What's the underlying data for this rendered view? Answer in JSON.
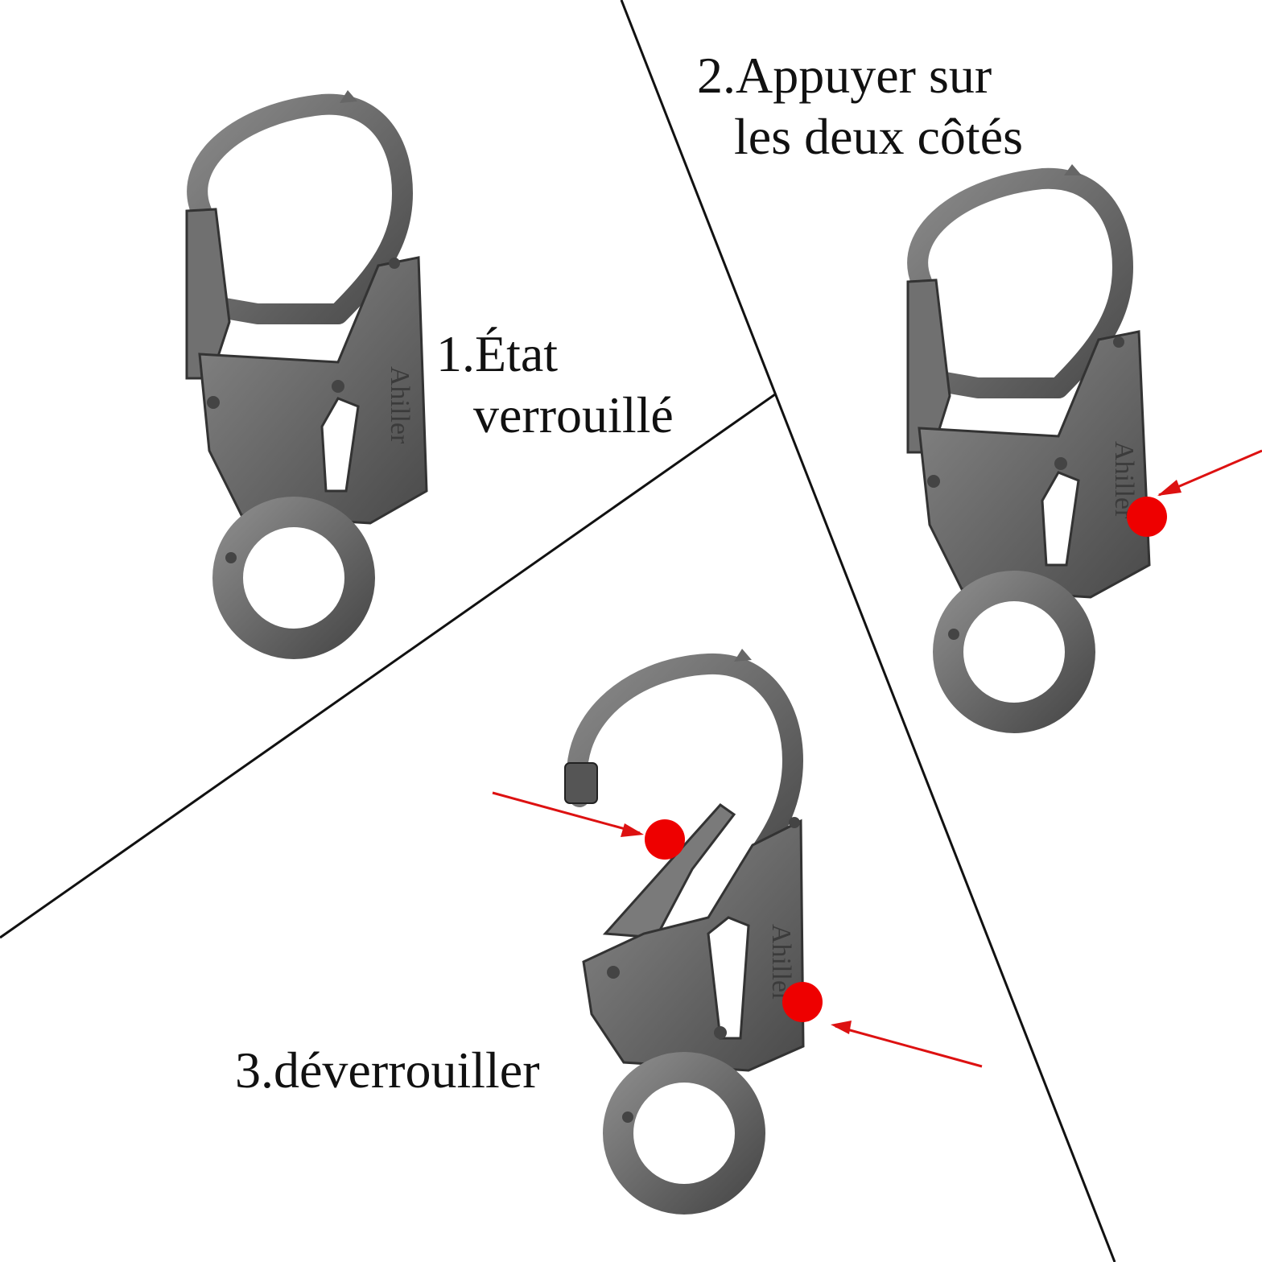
{
  "steps": [
    {
      "line1": "1.État",
      "line2": "verrouillé"
    },
    {
      "line1": "2.Appuyer sur",
      "line2": "les deux côtés"
    },
    {
      "line1": "3.déverrouiller"
    }
  ],
  "brand": "Ahiller",
  "colors": {
    "metal": "#6e6e6e",
    "metal_dark": "#3c3c3c",
    "marker": "#ee0000",
    "divider": "#111111"
  }
}
